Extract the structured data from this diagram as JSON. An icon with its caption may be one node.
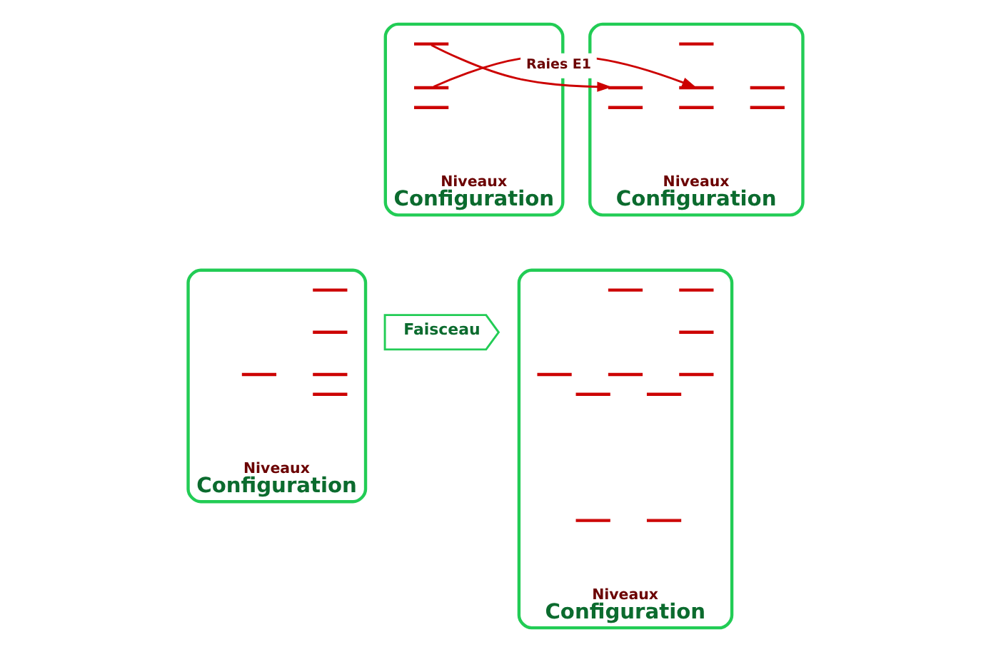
{
  "diagram": {
    "nodes": [
      {
        "text": [
          "Niveaux",
          "Configuration"
        ]
      },
      {
        "text": [],
        "shape": "bar",
        "in": 0
      },
      {
        "text": [],
        "shape": "bar",
        "in": 0
      },
      {
        "text": [],
        "shape": "bar",
        "in": 0
      },
      {
        "text": [
          "Niveaux",
          "Configuration"
        ]
      },
      {
        "text": [],
        "shape": "bar",
        "in": 4
      },
      {
        "text": [],
        "shape": "bar",
        "in": 4
      },
      {
        "text": [],
        "shape": "bar",
        "in": 4
      },
      {
        "text": [],
        "shape": "bar",
        "in": 4
      },
      {
        "text": [],
        "shape": "bar",
        "in": 4
      },
      {
        "text": [],
        "shape": "bar",
        "in": 4
      },
      {
        "text": [],
        "shape": "bar",
        "in": 4
      },
      {
        "text": [
          "Niveaux",
          "Configuration"
        ]
      },
      {
        "text": [],
        "shape": "bar",
        "in": 12
      },
      {
        "text": [],
        "shape": "bar",
        "in": 12
      },
      {
        "text": [],
        "shape": "bar",
        "in": 12
      },
      {
        "text": [],
        "shape": "bar",
        "in": 12
      },
      {
        "text": [],
        "shape": "bar",
        "in": 12
      },
      {
        "text": [
          "Faisceau"
        ]
      },
      {
        "text": [
          "Niveaux",
          "Configuration"
        ]
      },
      {
        "text": [],
        "shape": "bar",
        "in": 19
      },
      {
        "text": [],
        "shape": "bar",
        "in": 19
      },
      {
        "text": [],
        "shape": "bar",
        "in": 19
      },
      {
        "text": [],
        "shape": "bar",
        "in": 19
      },
      {
        "text": [],
        "shape": "bar",
        "in": 19
      },
      {
        "text": [],
        "shape": "bar",
        "in": 19
      },
      {
        "text": [],
        "shape": "bar",
        "in": 19
      },
      {
        "text": [],
        "shape": "bar",
        "in": 19
      },
      {
        "text": [],
        "shape": "bar",
        "in": 19
      },
      {
        "text": [],
        "shape": "bar",
        "in": 19
      }
    ],
    "edges": [
      {
        "from": 1,
        "to": 5,
        "arrow": "to"
      },
      {
        "from": 2,
        "to": 8,
        "arrow": "to",
        "label": "Raies E1"
      }
    ]
  }
}
